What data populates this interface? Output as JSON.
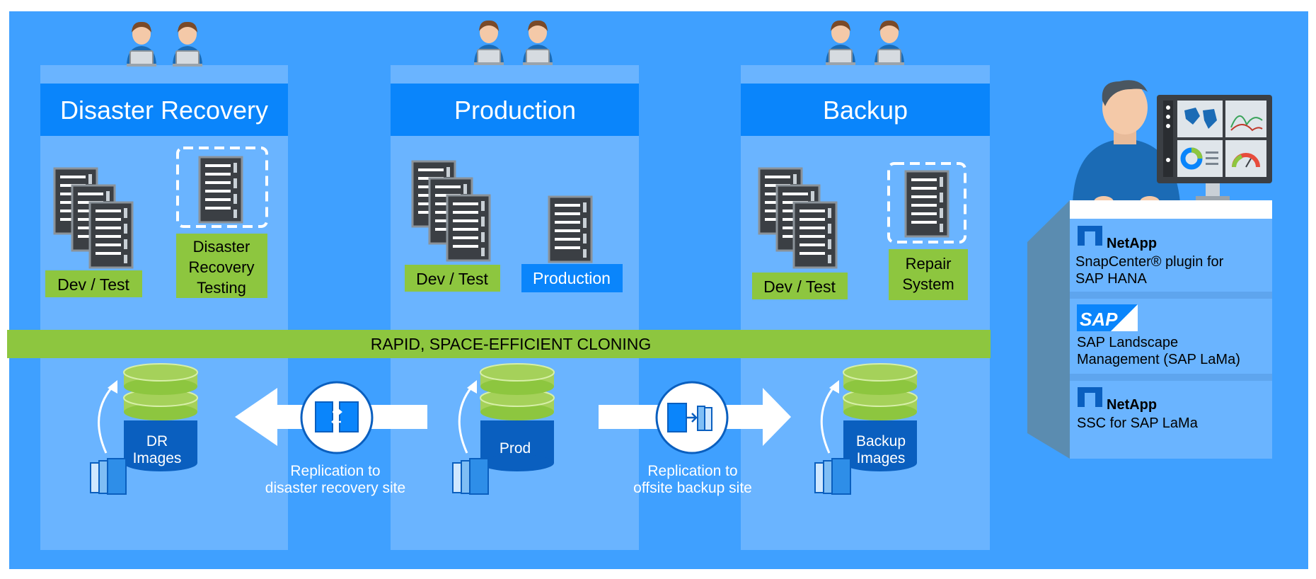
{
  "sites": [
    {
      "title": "Disaster Recovery",
      "server_labels": [
        "Dev / Test",
        "Disaster Recovery Testing"
      ],
      "storage_label": "DR Images"
    },
    {
      "title": "Production",
      "server_labels": [
        "Dev / Test",
        "Production"
      ],
      "storage_label": "Prod"
    },
    {
      "title": "Backup",
      "server_labels": [
        "Dev / Test",
        "Repair System"
      ],
      "storage_label": "Backup Images"
    }
  ],
  "cloning_banner": "RAPID, SPACE-EFFICIENT CLONING",
  "replication": {
    "dr": "Replication to disaster recovery site",
    "backup": "Replication to offsite backup site"
  },
  "tools": [
    {
      "brand": "NetApp",
      "name": "SnapCenter® plugin for SAP HANA",
      "logo_icon": "netapp-logo"
    },
    {
      "brand": "SAP",
      "name": "SAP Landscape Management (SAP LaMa)",
      "logo_icon": "sap-logo"
    },
    {
      "brand": "NetApp",
      "name": "SSC for SAP LaMa",
      "logo_icon": "netapp-logo"
    }
  ],
  "colors": {
    "background": "#3fa0ff",
    "column": "#6ab4ff",
    "header": "#0a85fb",
    "green": "#8dc63f",
    "disk_green": "#a5d15a",
    "disk_blue": "#0a5fbf"
  }
}
